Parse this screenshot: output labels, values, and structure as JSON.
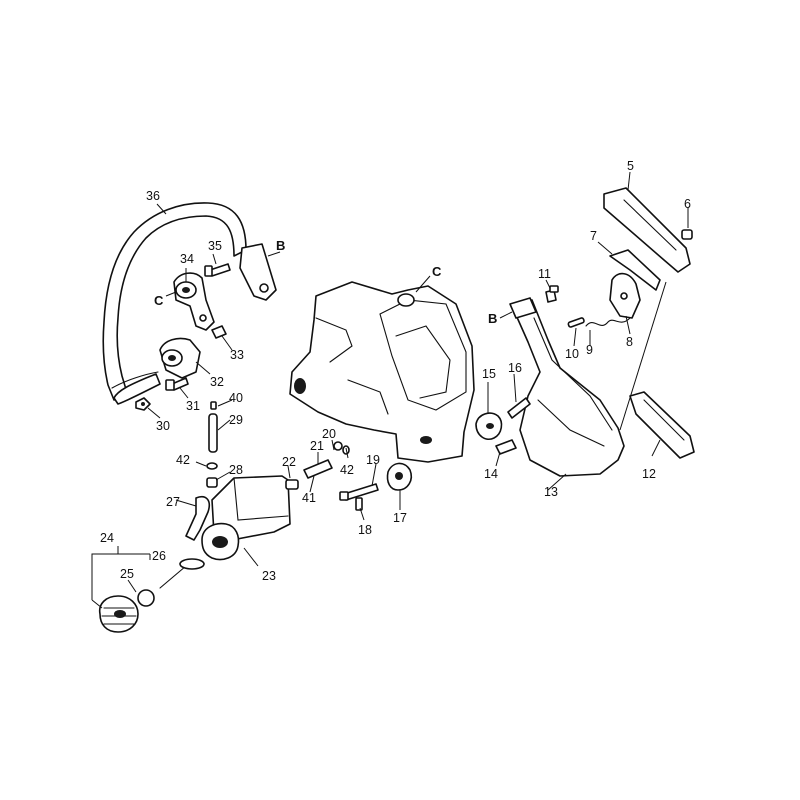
{
  "callouts": {
    "n5": "5",
    "n6": "6",
    "n7": "7",
    "n8": "8",
    "n9": "9",
    "n10": "10",
    "n11": "11",
    "n12": "12",
    "n13": "13",
    "n14": "14",
    "n15": "15",
    "n16": "16",
    "n17": "17",
    "n18": "18",
    "n19": "19",
    "n20": "20",
    "n21": "21",
    "n22": "22",
    "n23": "23",
    "n24": "24",
    "n25": "25",
    "n26": "26",
    "n27": "27",
    "n28": "28",
    "n29": "29",
    "n30": "30",
    "n31": "31",
    "n32": "32",
    "n33": "33",
    "n34": "34",
    "n35": "35",
    "n36": "36",
    "n40": "40",
    "n41": "41",
    "n42a": "42",
    "n42b": "42"
  },
  "refs": {
    "b_left": "B",
    "b_right": "B",
    "c_left": "C",
    "c_center": "C"
  }
}
